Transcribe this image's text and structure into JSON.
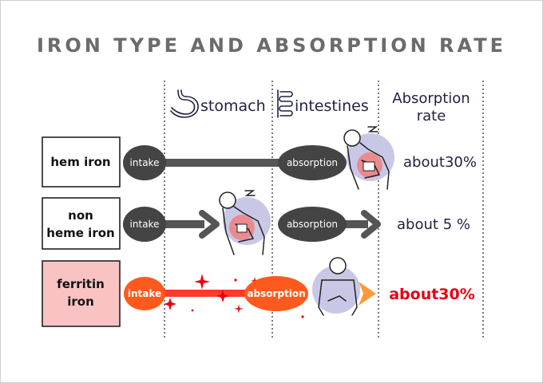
{
  "title": "IRON TYPE AND ABSORPTION RATE",
  "headers": {
    "stomach": "stomach",
    "intestines": "intestines",
    "rate_line1": "Absorption",
    "rate_line2": "rate"
  },
  "rows": [
    {
      "label_lines": [
        "hem iron"
      ],
      "intake": "intake",
      "absorption": "absorption",
      "rate": "about30%"
    },
    {
      "label_lines": [
        "non",
        "heme iron"
      ],
      "intake": "intake",
      "absorption": "absorption",
      "rate": "about 5 %"
    },
    {
      "label_lines": [
        "ferritin",
        "iron"
      ],
      "intake": "intake",
      "absorption": "absorption",
      "rate": "about30%"
    }
  ],
  "colors": {
    "gray_bar": "#555555",
    "pill_dark": "#444444",
    "accent_red": "#e60012",
    "ferritin_bg": "#f9c3c3",
    "body_circle": "#c8c8e6"
  },
  "icons": [
    "stomach-icon",
    "intestines-icon",
    "person-icon"
  ]
}
